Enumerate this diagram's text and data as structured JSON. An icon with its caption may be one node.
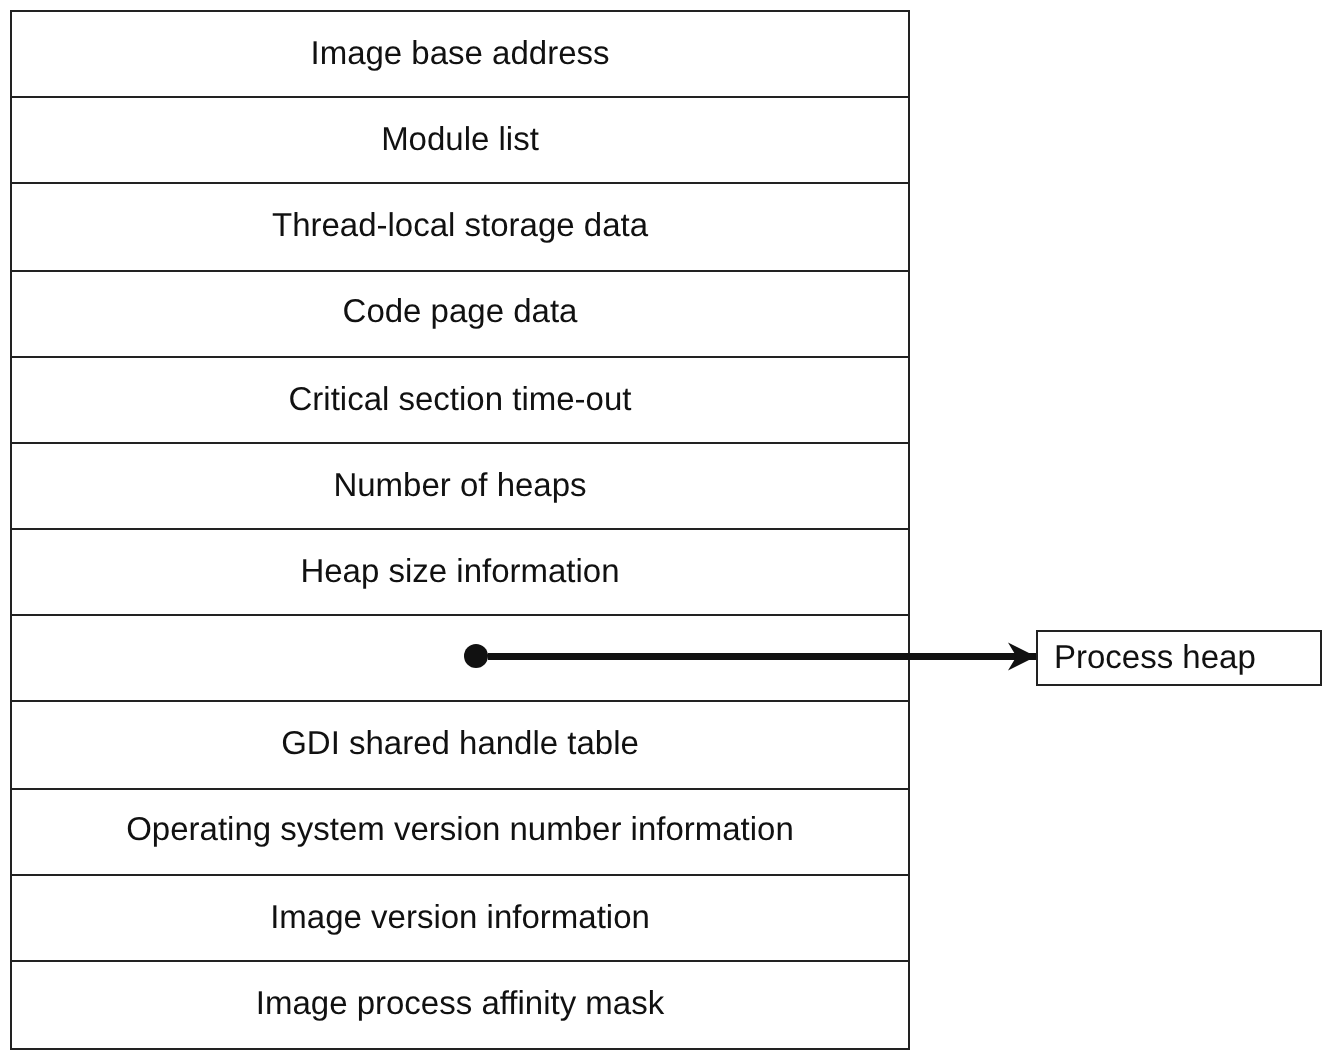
{
  "diagram": {
    "nodes": [
      {
        "text": [
          "Image base address"
        ]
      },
      {
        "text": [
          "Module list"
        ]
      },
      {
        "text": [
          "Thread-local storage data"
        ]
      },
      {
        "text": [
          "Code page data"
        ]
      },
      {
        "text": [
          "Critical section time-out"
        ]
      },
      {
        "text": [
          "Number of heaps"
        ]
      },
      {
        "text": [
          "Heap size information"
        ]
      },
      {
        "text": [],
        "shape": "box"
      },
      {
        "text": [],
        "shape": "circle",
        "in": 7
      },
      {
        "text": [
          "GDI shared handle table"
        ]
      },
      {
        "text": [
          "Operating system version number information"
        ]
      },
      {
        "text": [
          "Image version information"
        ]
      },
      {
        "text": [
          "Image process affinity mask"
        ]
      },
      {
        "text": [
          "Process heap"
        ]
      }
    ],
    "edges": [
      {
        "from": 8,
        "to": 13,
        "arrow": "to"
      }
    ]
  }
}
